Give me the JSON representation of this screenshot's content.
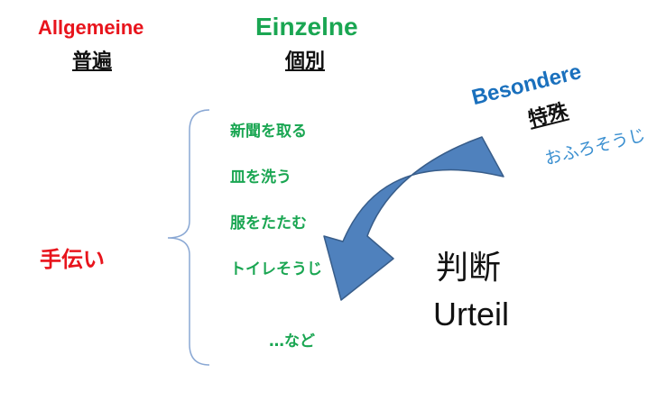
{
  "universal": {
    "de": "Allgemeine",
    "jp": "普遍"
  },
  "individual": {
    "de": "Einzelne",
    "jp": "個別"
  },
  "individual_items": [
    "新聞を取る",
    "皿を洗う",
    "服をたたむ",
    "トイレそうじ",
    "…など"
  ],
  "chores": "手伝い",
  "particular": {
    "de": "Besondere",
    "jp": "特殊",
    "example": "おふろそうじ"
  },
  "judgment": {
    "jp": "判断",
    "de": "Urteil"
  },
  "colors": {
    "red": "#e8141c",
    "green": "#1aa652",
    "blue": "#1a70bd",
    "arrow_fill": "#4f81bd",
    "arrow_stroke": "#385d8a",
    "brace": "#8aa8d4"
  }
}
